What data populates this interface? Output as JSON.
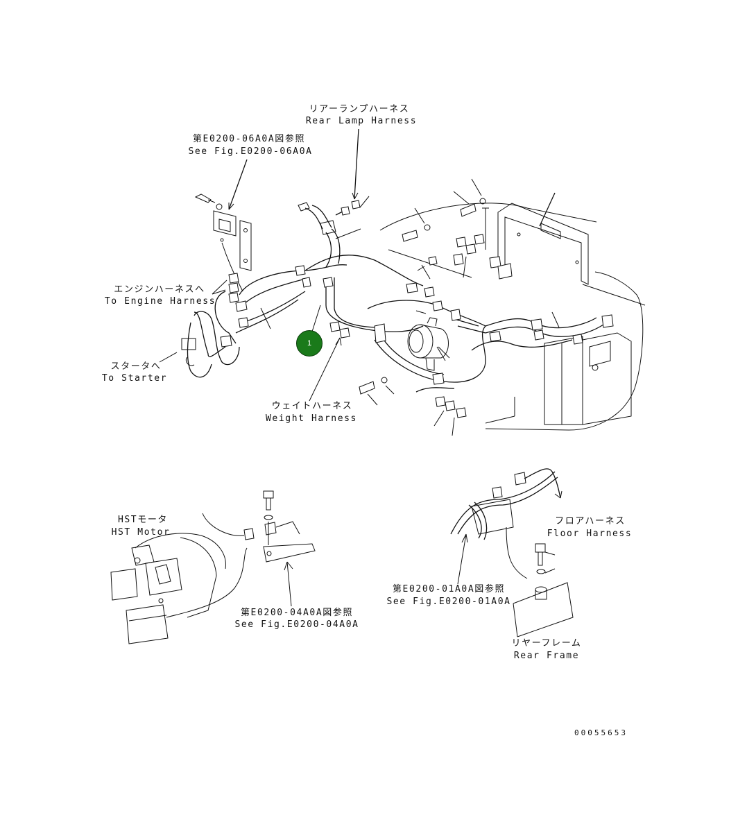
{
  "labels": {
    "rear_lamp_jp": "リアーランプハーネス",
    "rear_lamp_en": "Rear Lamp Harness",
    "see_06a_jp": "第E0200-06A0A図参照",
    "see_06a_en": "See Fig.E0200-06A0A",
    "engine_jp": "エンジンハーネスへ",
    "engine_en": "To Engine Harness",
    "starter_jp": "スタータへ",
    "starter_en": "To Starter",
    "weight_jp": "ウェイトハーネス",
    "weight_en": "Weight Harness",
    "hst_jp": "HSTモータ",
    "hst_en": "HST Motor",
    "see_04a_jp": "第E0200-04A0A図参照",
    "see_04a_en": "See Fig.E0200-04A0A",
    "floor_jp": "フロアハーネス",
    "floor_en": "Floor Harness",
    "see_01a_jp": "第E0200-01A0A図参照",
    "see_01a_en": "See Fig.E0200-01A0A",
    "rear_frame_jp": "リヤーフレーム",
    "rear_frame_en": "Rear Frame",
    "drawing_number": "00055653"
  },
  "callout": {
    "number": "1",
    "color": "#1a7a1a"
  }
}
